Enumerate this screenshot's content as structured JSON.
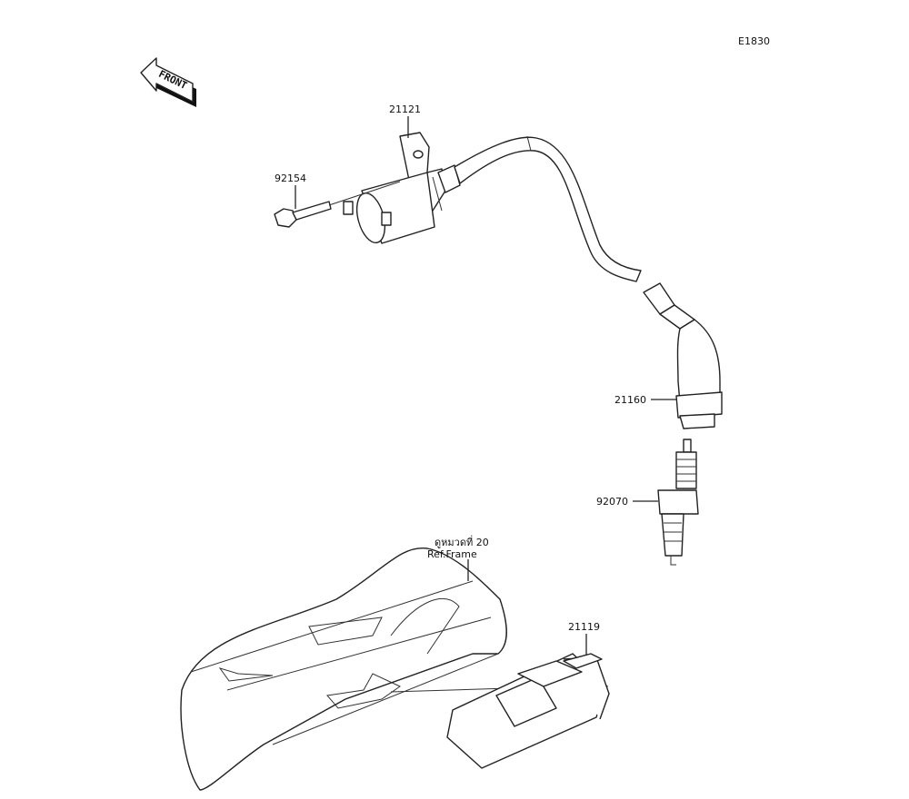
{
  "diagram": {
    "code": "E1830",
    "front_arrow": "FRONT",
    "parts": [
      {
        "number": "21121"
      },
      {
        "number": "92154"
      },
      {
        "number": "21160"
      },
      {
        "number": "92070"
      },
      {
        "number": "21119"
      }
    ],
    "reference": {
      "line1": "ดูหมวดที่ 20",
      "line2": "Ref.Frame"
    }
  }
}
